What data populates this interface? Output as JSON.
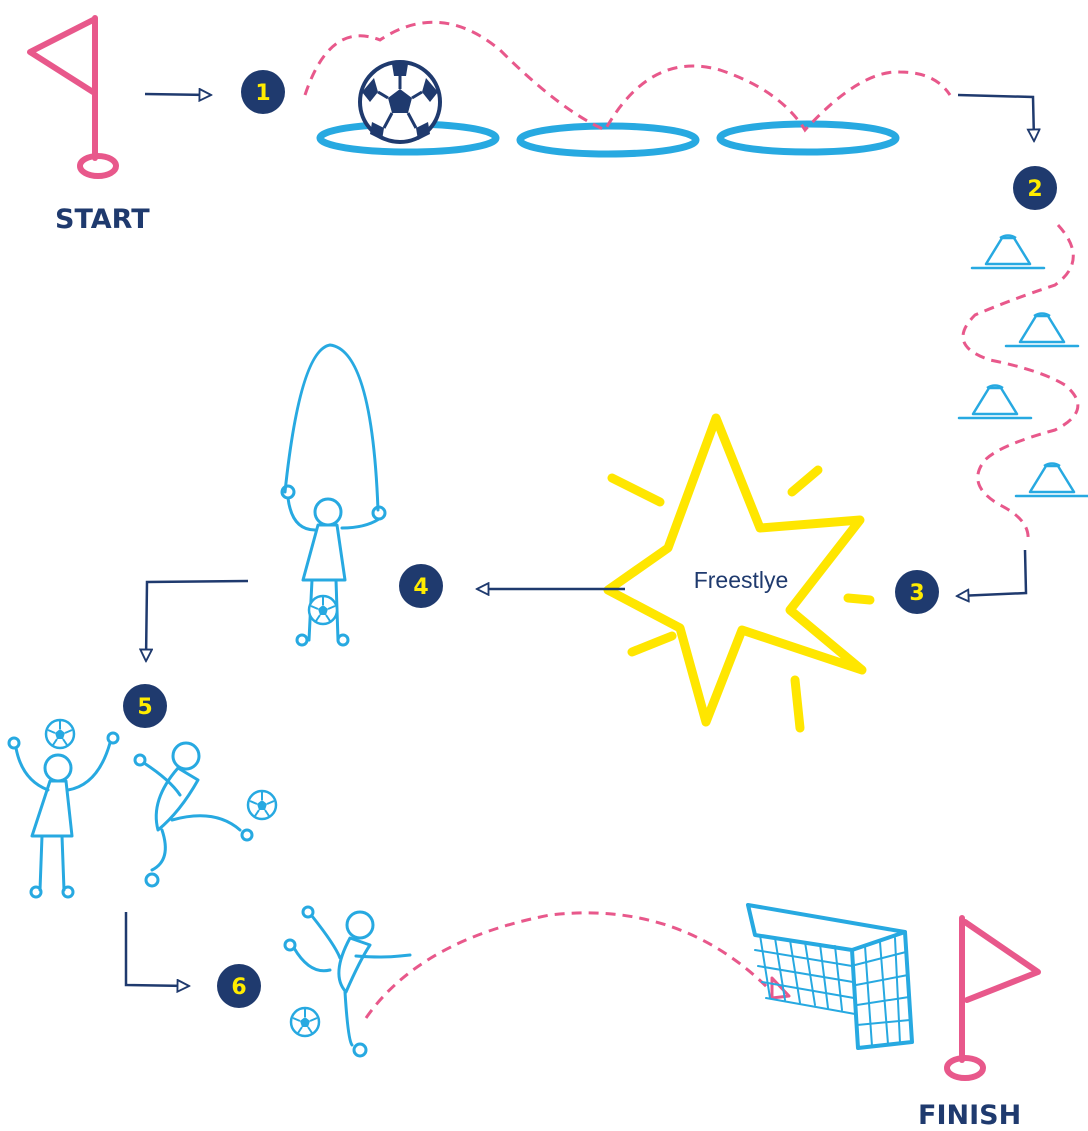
{
  "start_label": "START",
  "finish_label": "FINISH",
  "freestyle_label": "Freestlye",
  "steps": [
    "1",
    "2",
    "3",
    "4",
    "5",
    "6"
  ],
  "colors": {
    "navy": "#1f3a6e",
    "pink": "#e8588b",
    "blue": "#27a9e1",
    "yellow": "#ffe600",
    "badge_text": "#ffec00"
  }
}
